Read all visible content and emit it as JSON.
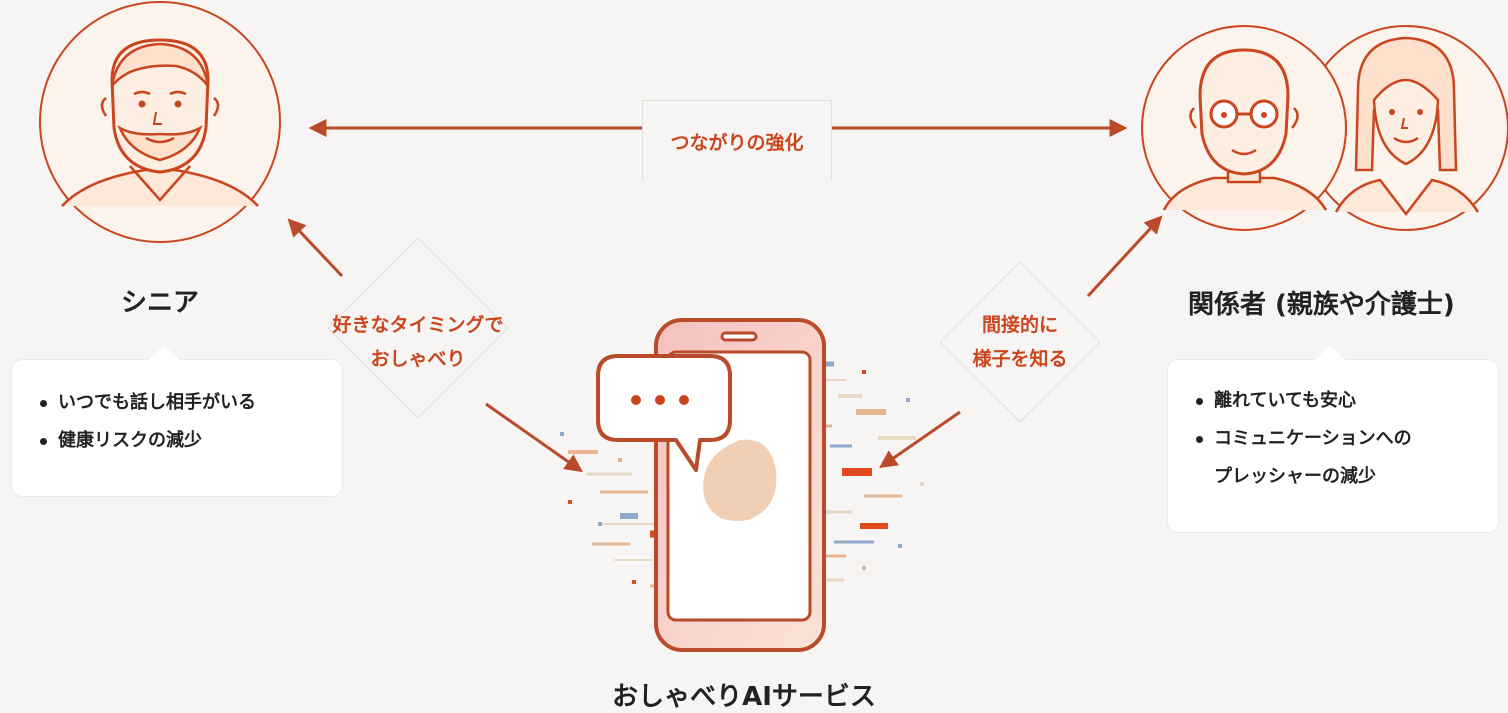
{
  "nodes": {
    "senior": {
      "title": "シニア",
      "benefits": [
        "いつでも話し相手がいる",
        "健康リスクの減少"
      ]
    },
    "stakeholders": {
      "title": "関係者 (親族や介護士)",
      "benefits": [
        "離れていても安心",
        "コミュニケーションへのプレッシャーの減少"
      ],
      "benefit2_lines": [
        "コミュニケーションへの",
        "プレッシャーの減少"
      ]
    },
    "service": {
      "title": "おしゃべりAIサービス",
      "bubble_text": "• • •"
    }
  },
  "edges": {
    "top": "つながりの強化",
    "left_lines": [
      "好きなタイミングで",
      "おしゃべり"
    ],
    "right_lines": [
      "間接的に",
      "様子を知る"
    ]
  },
  "colors": {
    "accent": "#c9461f",
    "line": "#b94a2a",
    "background": "#f6f5f3",
    "card": "#ffffff",
    "phone_gradient_start": "#f4c7c3",
    "phone_gradient_end": "#fbe1d4",
    "blob": "#f0cfb4"
  },
  "icons": {
    "senior_avatar": "bearded-man-icon",
    "relative_avatar": "man-with-glasses-icon",
    "caregiver_avatar": "woman-icon",
    "phone": "smartphone-icon",
    "chat": "speech-bubble-icon"
  }
}
